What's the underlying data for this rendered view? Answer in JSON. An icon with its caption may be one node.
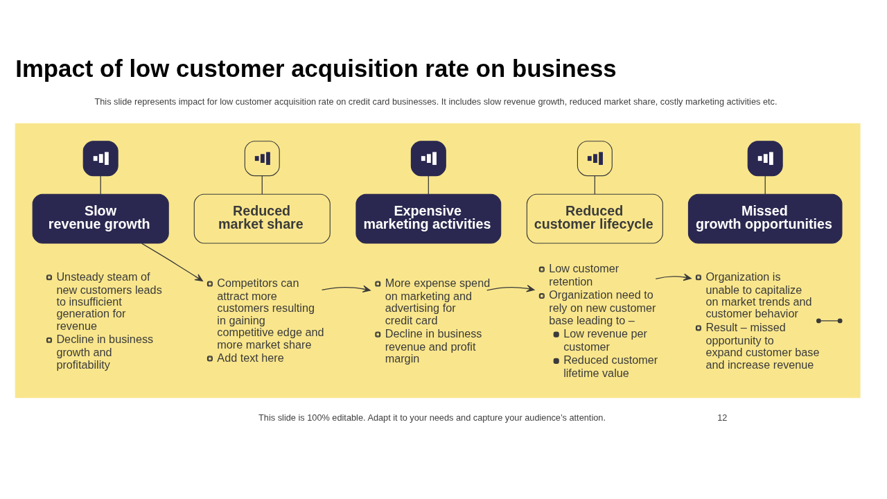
{
  "diagram": {
    "title": "Impact of low customer acquisition rate on business",
    "nodes": [
      {
        "text": [],
        "shape": "box"
      },
      {
        "text": [],
        "shape": "picture",
        "in": 0
      },
      {
        "text": [],
        "shape": "picture",
        "in": 0
      },
      {
        "text": [],
        "shape": "picture",
        "in": 0
      },
      {
        "text": [],
        "shape": "picture",
        "in": 0
      },
      {
        "text": [],
        "shape": "picture",
        "in": 0
      },
      {
        "text": [
          "Slow revenue growth"
        ],
        "in": 0
      },
      {
        "text": [
          "Reduced market share"
        ],
        "in": 0
      },
      {
        "text": [
          "Expensive marketing activities"
        ],
        "in": 0
      },
      {
        "text": [
          "Reduced customer lifecycle"
        ],
        "in": 0
      },
      {
        "text": [
          "Missed growth opportunities"
        ],
        "in": 0
      },
      {
        "text": [
          "Unsteady steam of new customers leads to insufficient generation for revenue",
          "Decline in business growth and profitability"
        ],
        "in": 0
      },
      {
        "text": [
          "Competitors can attract more customers resulting in gaining competitive edge and more market share",
          "Add text here"
        ],
        "in": 0
      },
      {
        "text": [
          "More expense spend on marketing and advertising for credit card",
          "Decline in business revenue and profit margin"
        ],
        "in": 0
      },
      {
        "text": [
          "Low customer retention",
          "Organization need to rely on new customer base leading to –",
          "Low revenue per customer",
          "Reduced customer lifetime value"
        ],
        "in": 0
      },
      {
        "text": [
          "Organization is unable to capitalize on market trends and customer behavior",
          "Result – missed opportunity to expand customer base and increase revenue"
        ],
        "in": 0
      }
    ],
    "edges": [
      {
        "from": 1,
        "to": 6,
        "arrow": "none"
      },
      {
        "from": 2,
        "to": 7,
        "arrow": "none"
      },
      {
        "from": 3,
        "to": 8,
        "arrow": "none"
      },
      {
        "from": 4,
        "to": 9,
        "arrow": "none"
      },
      {
        "from": 5,
        "to": 10,
        "arrow": "none"
      },
      {
        "from": 6,
        "to": 12,
        "arrow": "to"
      },
      {
        "from": 12,
        "to": 13,
        "arrow": "to"
      },
      {
        "from": 13,
        "to": 14,
        "arrow": "to"
      },
      {
        "from": 14,
        "to": 15,
        "arrow": "to"
      },
      {
        "from": 15,
        "to": null,
        "arrow": "other"
      }
    ],
    "labels": [
      "This slide represents impact for low customer acquisition rate on credit card businesses. It includes slow revenue growth, reduced market share, costly marketing activities etc.",
      "This slide is 100% editable. Adapt it to your needs and capture your audience’s attention.",
      "12"
    ]
  }
}
